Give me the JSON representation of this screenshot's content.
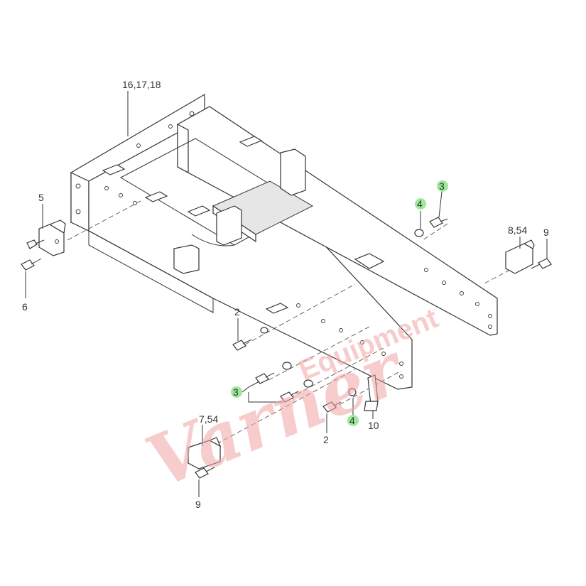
{
  "callouts": {
    "frame": "16,17,18",
    "c5": "5",
    "c6": "6",
    "c4_top": "4",
    "c3_top": "3",
    "c8_54": "8,54",
    "c9_right": "9",
    "c2_mid": "2",
    "c3_low": "3",
    "c2_low": "2",
    "c4_low": "4",
    "c10": "10",
    "c7_54": "7,54",
    "c9_low": "9"
  },
  "watermark": {
    "script_text": "Varner",
    "block_text": "Equipment"
  },
  "colors": {
    "highlight": "#9ee89a",
    "watermark": "#f2a3a3",
    "line": "#333333"
  }
}
